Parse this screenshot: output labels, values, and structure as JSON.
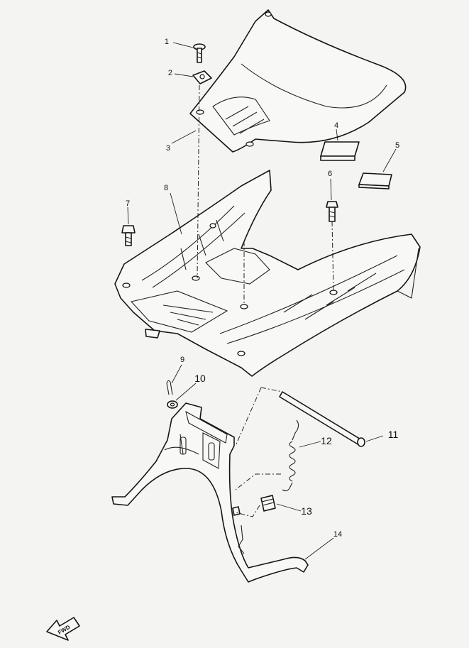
{
  "diagram": {
    "callouts": [
      {
        "id": "1",
        "label": "1"
      },
      {
        "id": "2",
        "label": "2"
      },
      {
        "id": "3",
        "label": "3"
      },
      {
        "id": "4",
        "label": "4"
      },
      {
        "id": "5",
        "label": "5"
      },
      {
        "id": "6",
        "label": "6"
      },
      {
        "id": "7",
        "label": "7"
      },
      {
        "id": "8",
        "label": "8"
      },
      {
        "id": "9",
        "label": "9"
      },
      {
        "id": "10",
        "label": "10"
      },
      {
        "id": "11",
        "label": "11"
      },
      {
        "id": "12",
        "label": "12"
      },
      {
        "id": "13",
        "label": "13"
      },
      {
        "id": "14",
        "label": "14"
      }
    ],
    "direction_arrow": {
      "label": "FWD",
      "icon": "fwd-arrow-icon"
    },
    "colors": {
      "line": "#151515",
      "paper": "#f4f4f2"
    }
  }
}
